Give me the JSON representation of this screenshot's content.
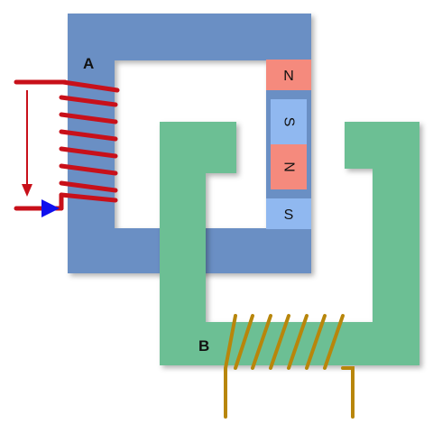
{
  "cores": {
    "a": {
      "label": "A",
      "color": "#6a8fc4"
    },
    "b": {
      "label": "B",
      "color": "#6cbf94"
    }
  },
  "magnets": [
    {
      "label": "N",
      "color": "#f58a7d"
    },
    {
      "label": "S",
      "color": "#90b8f0"
    },
    {
      "label": "N",
      "color": "#f58a7d"
    },
    {
      "label": "S",
      "color": "#90b8f0"
    }
  ],
  "coils": {
    "a_wire_color": "#c8101a",
    "b_wire_color": "#b8860b",
    "arrow_color": "#1010ee"
  }
}
